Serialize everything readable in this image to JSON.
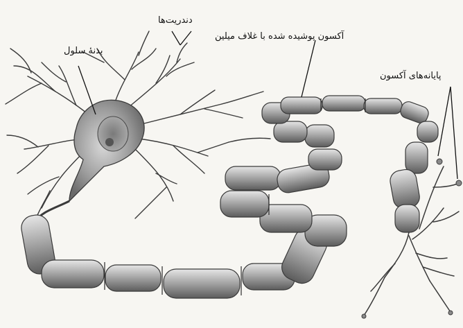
{
  "labels": {
    "dendrites": "دندریت‌ها",
    "cell_body": "بدنهٔ سلول",
    "myelinated_axon": "آکسون پوشیده شده با غلاف میلین",
    "axon_terminals": "پایانه‌های آکسون"
  },
  "colors": {
    "background": "#f7f6f2",
    "ink": "#2a2a2a",
    "sheath_fill": "#b8b8b8",
    "sheath_dark": "#6e6e6e",
    "cell_fill": "#9a9a9a"
  }
}
